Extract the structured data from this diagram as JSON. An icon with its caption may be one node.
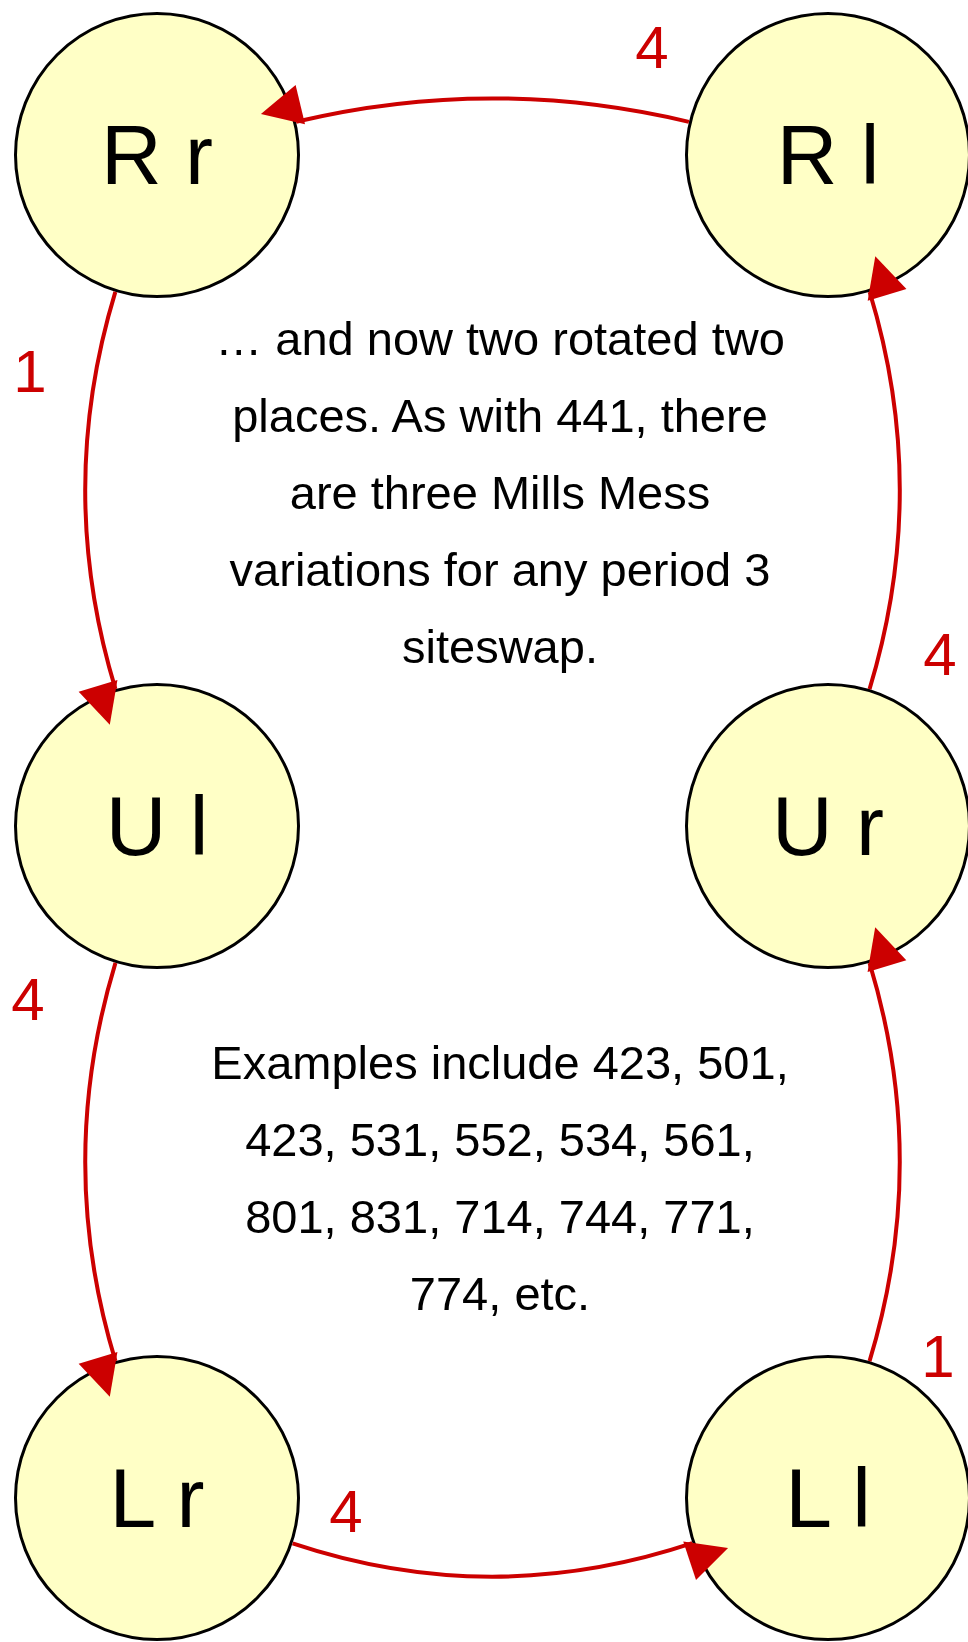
{
  "diagram": {
    "nodes": [
      {
        "text": [
          "R r"
        ]
      },
      {
        "text": [
          "R l"
        ]
      },
      {
        "text": [
          "U l"
        ]
      },
      {
        "text": [
          "U r"
        ]
      },
      {
        "text": [
          "L r"
        ]
      },
      {
        "text": [
          "L l"
        ]
      }
    ],
    "edges": [
      {
        "from": 1,
        "to": 0,
        "arrow": "to",
        "label": "4"
      },
      {
        "from": 0,
        "to": 2,
        "arrow": "to",
        "label": "1"
      },
      {
        "from": 2,
        "to": 4,
        "arrow": "to",
        "label": "4"
      },
      {
        "from": 4,
        "to": 5,
        "arrow": "to",
        "label": "4"
      },
      {
        "from": 5,
        "to": 3,
        "arrow": "to",
        "label": "1"
      },
      {
        "from": 3,
        "to": 1,
        "arrow": "to",
        "label": "4"
      }
    ],
    "labels": [
      "… and now two rotated two places. As with 441, there are three Mills Mess variations for any period 3 siteswap.",
      "Examples include 423, 501, 423, 531, 552, 534, 561, 801, 831, 714, 744, 771, 774, etc."
    ]
  }
}
